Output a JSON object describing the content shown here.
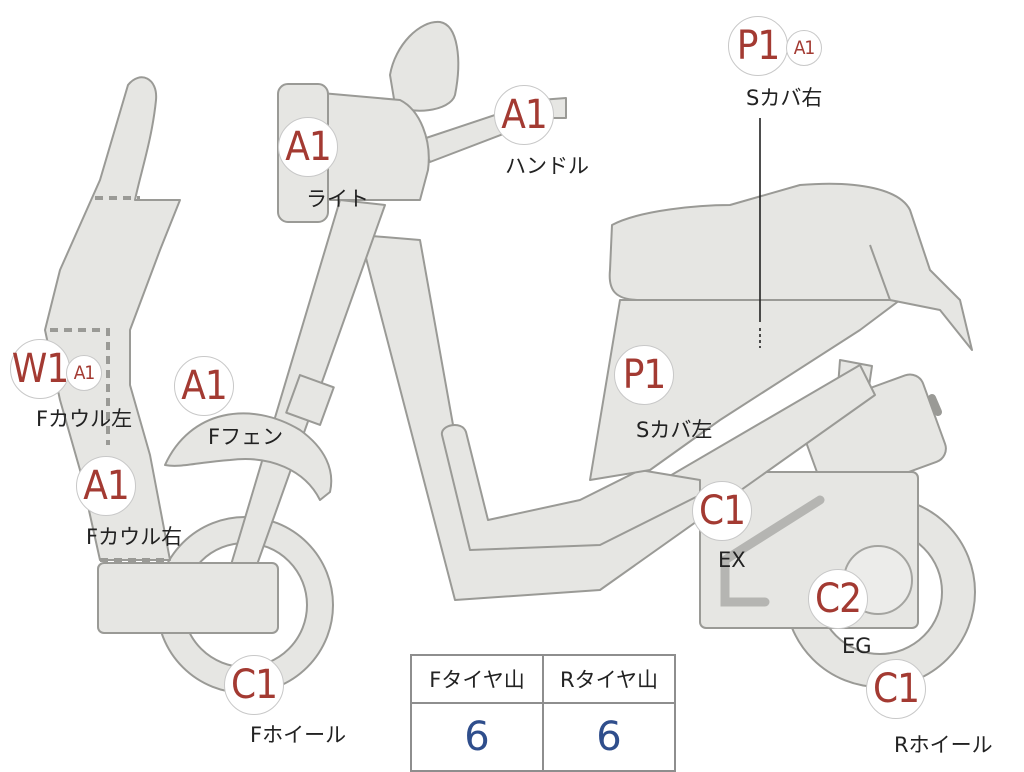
{
  "colors": {
    "part_fill": "#e6e6e3",
    "part_stroke": "#9a9a96",
    "badge_text": "#a33a32",
    "value_text": "#2f4e8c"
  },
  "parts": {
    "s_cover_right": {
      "label": "Sカバ右",
      "grades": [
        "P1",
        "A1"
      ]
    },
    "light": {
      "label": "ライト",
      "grades": [
        "A1"
      ]
    },
    "handle": {
      "label": "ハンドル",
      "grades": [
        "A1"
      ]
    },
    "f_cowl_left": {
      "label": "Fカウル左",
      "grades": [
        "W1",
        "A1"
      ]
    },
    "f_fender": {
      "label": "Fフェン",
      "grades": [
        "A1"
      ]
    },
    "s_cover_left": {
      "label": "Sカバ左",
      "grades": [
        "P1"
      ]
    },
    "f_cowl_right": {
      "label": "Fカウル右",
      "grades": [
        "A1"
      ]
    },
    "ex": {
      "label": "EX",
      "grades": [
        "C1"
      ]
    },
    "eg": {
      "label": "EG",
      "grades": [
        "C2"
      ]
    },
    "f_wheel": {
      "label": "Fホイール",
      "grades": [
        "C1"
      ]
    },
    "r_wheel": {
      "label": "Rホイール",
      "grades": [
        "C1"
      ]
    }
  },
  "tire_table": {
    "headers": [
      "Fタイヤ山",
      "Rタイヤ山"
    ],
    "values": [
      "6",
      "6"
    ]
  }
}
